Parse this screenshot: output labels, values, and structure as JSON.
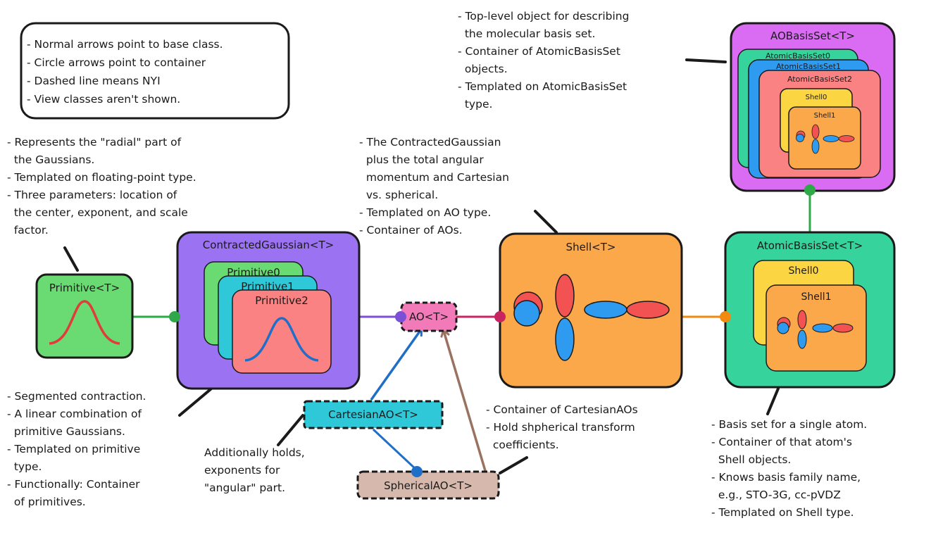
{
  "legend": {
    "lines": [
      "- Normal arrows point to base class.",
      "- Circle arrows point to container",
      "- Dashed line means NYI",
      "- View classes aren't shown."
    ]
  },
  "nodes": {
    "primitive": {
      "label": "Primitive<T>"
    },
    "contracted": {
      "label": "ContractedGaussian<T>",
      "p0": "Primitive0",
      "p1": "Primitive1",
      "p2": "Primitive2"
    },
    "ao": {
      "label": "AO<T>"
    },
    "shell": {
      "label": "Shell<T>"
    },
    "atomic": {
      "label": "AtomicBasisSet<T>",
      "s0": "Shell0",
      "s1": "Shell1"
    },
    "aobasis": {
      "label": "AOBasisSet<T>",
      "a0": "AtomicBasisSet0",
      "a1": "AtomicBasisSet1",
      "a2": "AtomicBasisSet2",
      "s0": "Shell0",
      "s1": "Shell1"
    },
    "cartesian": {
      "label": "CartesianAO<T>"
    },
    "spherical": {
      "label": "SphericalAO<T>"
    }
  },
  "notes": {
    "aobasis": [
      "- Top-level object for describing",
      "  the molecular basis set.",
      "- Container of AtomicBasisSet",
      "  objects.",
      "- Templated on AtomicBasisSet",
      "  type."
    ],
    "primitive": [
      "- Represents the \"radial\" part of",
      "  the Gaussians.",
      "- Templated on floating-point type.",
      "- Three parameters: location of",
      "  the center, exponent, and scale",
      "  factor."
    ],
    "shell": [
      "- The ContractedGaussian",
      "  plus the total angular",
      "  momentum and Cartesian",
      "  vs. spherical.",
      "- Templated on AO type.",
      "- Container of AOs."
    ],
    "contracted": [
      "- Segmented contraction.",
      "- A linear combination of",
      "  primitive Gaussians.",
      "- Templated on primitive",
      "  type.",
      "- Functionally: Container",
      "  of primitives."
    ],
    "cartesian": [
      "Additionally holds,",
      "exponents for",
      "\"angular\" part."
    ],
    "spherical": [
      "- Container of CartesianAOs",
      "- Hold shpherical transform",
      "  coefficients."
    ],
    "atomic": [
      "- Basis set for a single atom.",
      "- Container of that atom's",
      "  Shell objects.",
      "- Knows basis family name,",
      "  e.g., STO-3G, cc-pVDZ",
      "- Templated on Shell type."
    ]
  },
  "colors": {
    "green": "#6adb72",
    "purple": "#9b72f2",
    "cyan": "#2fc8d8",
    "salmon": "#fa8282",
    "pink": "#f27ab9",
    "orange": "#fba84a",
    "teal": "#36d39d",
    "yellow": "#fbd542",
    "magenta": "#d96cf2",
    "blue": "#2f9bf0",
    "tan": "#d7b8ac",
    "red": "#f25252"
  }
}
